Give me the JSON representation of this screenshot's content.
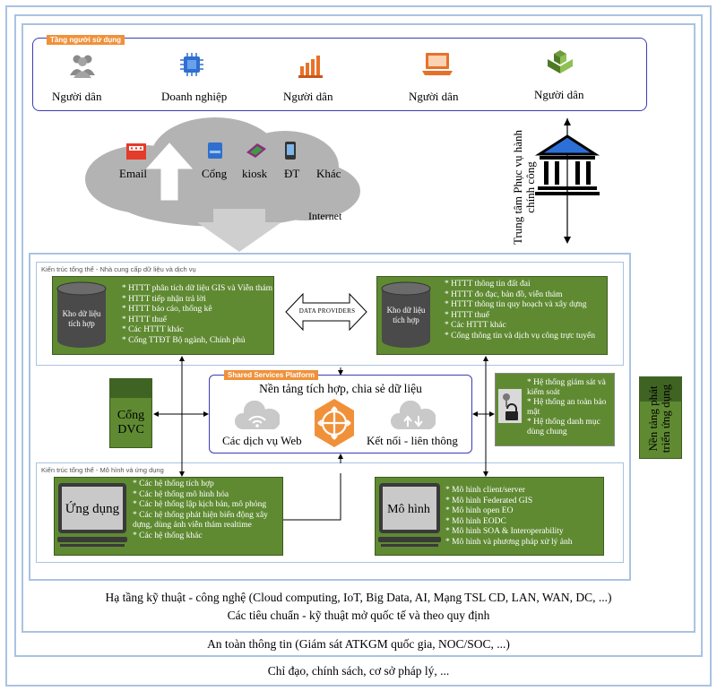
{
  "user_layer": {
    "tag": "Tầng người sử dụng",
    "users": [
      {
        "label": "Người dân",
        "icon": "users-group-icon"
      },
      {
        "label": "Doanh nghiệp",
        "icon": "chip-icon"
      },
      {
        "label": "Người dân",
        "icon": "bar-chart-icon"
      },
      {
        "label": "Người dân",
        "icon": "laptop-icon"
      },
      {
        "label": "Người dân",
        "icon": "cubes-icon"
      }
    ]
  },
  "channels": {
    "items": [
      "Email",
      "Cổng",
      "kiosk",
      "ĐT",
      "Khác"
    ],
    "internet": "Internet"
  },
  "service_center": {
    "label": "Trung tâm Phục vụ hành chính công"
  },
  "provider_arch": {
    "caption": "Kiến trúc tổng thể  - Nhà cung cấp dữ liệu và dịch vụ",
    "left_store": "Kho dữ liệu tích hợp",
    "left_items": [
      "* HTTT phân tích dữ liệu GIS và Viễn thám",
      "* HTTT tiếp nhận trả lời",
      "* HTTT báo cáo, thống kê",
      "* HTTT thuế",
      "* Các HTTT khác",
      "* Cổng TTĐT Bộ ngành, Chính phủ"
    ],
    "data_providers": "DATA PROVIDERS",
    "right_store": "Kho dữ liệu tích hợp",
    "right_items": [
      "* HTTT thông tin đất đai",
      "* HTTT đo đạc, bản đồ, viễn thám",
      "* HTTT thông tin quy hoạch và xây dựng",
      "* HTTT thuế",
      "* Các HTTT khác",
      "* Cổng thông tin và dịch vụ công trực tuyến"
    ]
  },
  "cong_dvc": "Cổng DVC",
  "shared_platform": {
    "tag": "Shared Services Platform",
    "title": "Nền tảng tích hợp, chia sẻ dữ liệu",
    "web_services": "Các dịch vụ Web",
    "connect": "Kết nối - liên thông"
  },
  "security": {
    "items": [
      "* Hệ thống giám sát và kiểm soát",
      "* Hệ thống an toàn bảo mật",
      "* Hệ thống danh mục dùng chung"
    ]
  },
  "dev_platform": "Nền tảng phát triển ứng dụng",
  "app_arch": {
    "caption": "Kiến trúc tổng thể - Mô hình và ứng dụng",
    "apps_label": "Ứng dụng",
    "apps_items": [
      "* Các hệ thống tích hợp",
      "* Các hệ thống mô hình hóa",
      "* Các hệ thống lập kịch bản, mô phỏng",
      "* Các hệ thống phát hiện biến động xây",
      "dựng, dùng ảnh viễn thám realtime",
      "* Các hệ thống khác"
    ],
    "models_label": "Mô hình",
    "models_items": [
      "* Mô hình client/server",
      "* Mô hình Federated GIS",
      "* Mô hình open EO",
      "* Mô hình EODC",
      "* Mô hình SOA & Interoperability",
      "* Mô hình và phương pháp xử lý ảnh"
    ]
  },
  "infrastructure": {
    "line1": "Hạ tầng kỹ thuật - công nghệ (Cloud computing, IoT, Big Data, AI, Mạng TSL CD, LAN, WAN, DC, ...)",
    "line2": "Các tiêu chuẩn - kỹ thuật mở quốc tế và theo quy định"
  },
  "security_line": "An toàn thông tin (Giám sát ATKGM quốc gia, NOC/SOC, ...)",
  "policy_line": "Chỉ đạo, chính sách, cơ sở pháp lý, ...",
  "colors": {
    "green": "#5f8a32",
    "frame": "#a9c3e3",
    "orange": "#f0913a",
    "user_border": "#3c3cb4",
    "cloud": "#b3b3b3"
  }
}
